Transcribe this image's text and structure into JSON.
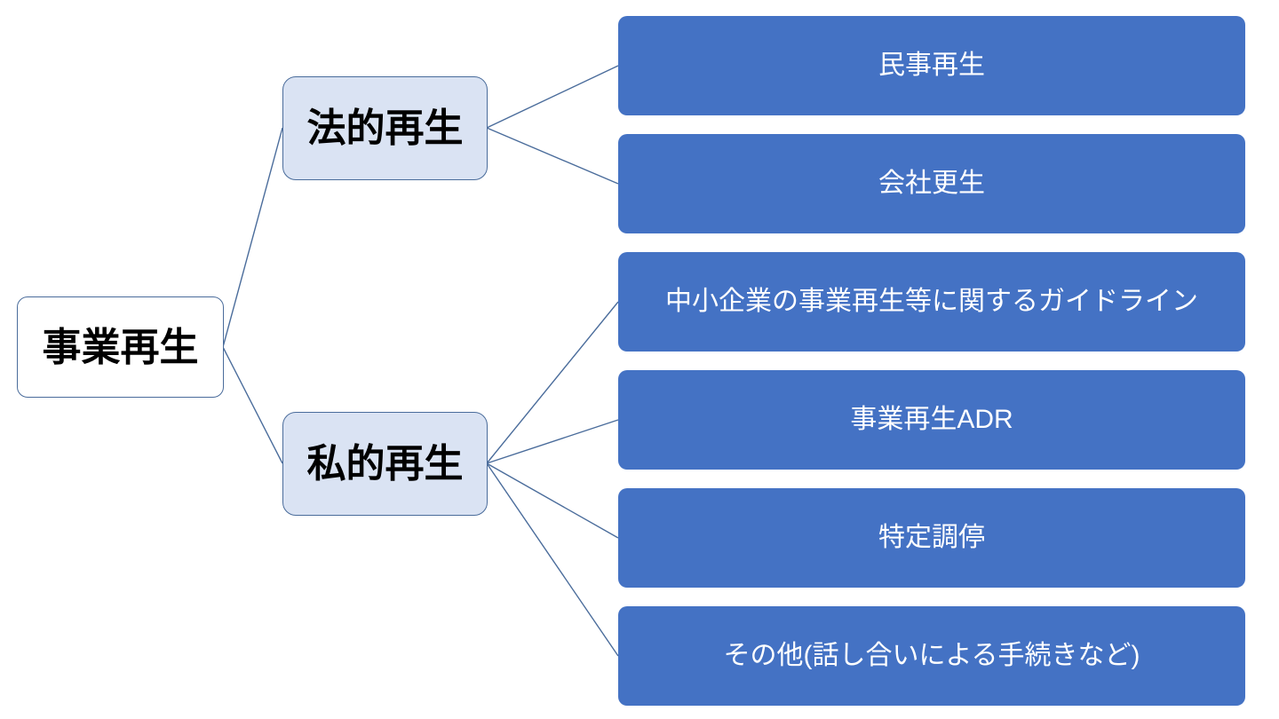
{
  "colors": {
    "leaf_fill": "#4472C4",
    "leaf_text": "#FFFFFF",
    "branch_fill": "#DAE3F3",
    "branch_border": "#4A6C9B",
    "root_fill": "#FFFFFF",
    "root_border": "#4A6C9B",
    "connector_line": "#4A6C9B",
    "heading_text": "#000000"
  },
  "diagram": {
    "type": "hierarchy-tree",
    "root": {
      "label": "事業再生"
    },
    "branches": [
      {
        "label": "法的再生",
        "children": [
          "民事再生",
          "会社更生"
        ]
      },
      {
        "label": "私的再生",
        "children": [
          "中小企業の事業再生等に関するガイドライン",
          "事業再生ADR",
          "特定調停",
          "その他(話し合いによる手続きなど)"
        ]
      }
    ]
  }
}
